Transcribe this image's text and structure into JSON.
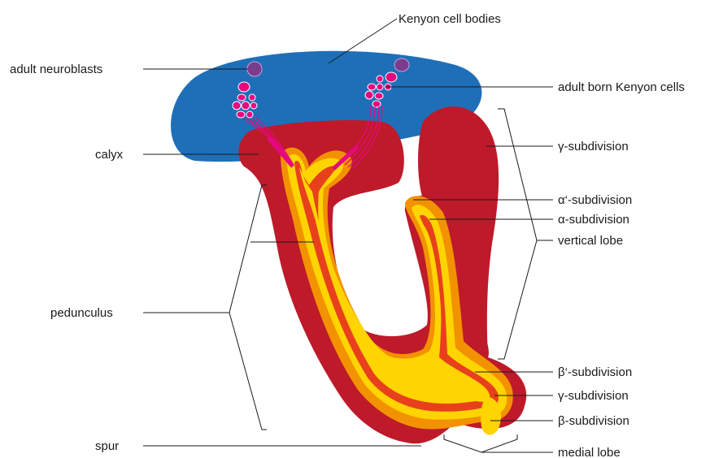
{
  "labels": {
    "kenyon_cell_bodies": "Kenyon cell bodies",
    "adult_neuroblasts": "adult neuroblasts",
    "adult_born_kenyon_cells": "adult born Kenyon cells",
    "calyx": "calyx",
    "gamma_vertical": "γ-subdivision",
    "alpha_prime": "α‘-subdivision",
    "alpha": "α-subdivision",
    "vertical_lobe": "vertical lobe",
    "pedunculus": "pedunculus",
    "beta_prime": "β‘-subdivision",
    "gamma_medial": "γ-subdivision",
    "beta": "β-subdivision",
    "spur": "spur",
    "medial_lobe": "medial lobe"
  },
  "colors": {
    "cell_body_region": "#1e6fb8",
    "gamma_lobe": "#be1a2a",
    "alpha_prime_beta_prime": "#f29200",
    "alpha_beta_outer": "#ffd400",
    "alpha_beta_core": "#e8401c",
    "new_neurons": "#e5097f",
    "neuroblast": "#7b3b8e"
  }
}
